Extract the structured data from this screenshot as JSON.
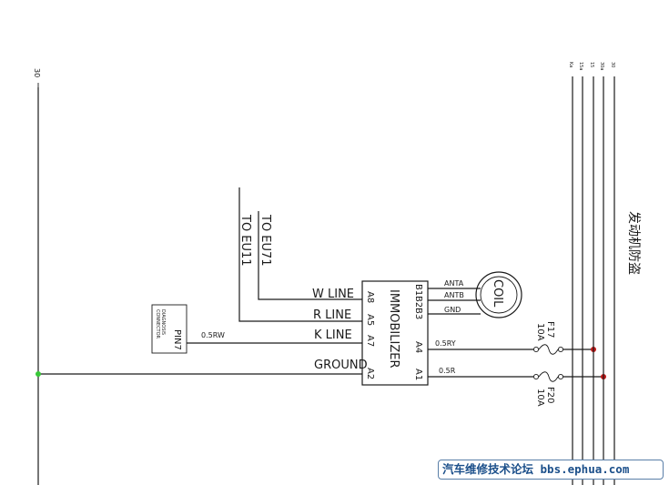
{
  "left_rail": {
    "label": "30"
  },
  "module": {
    "name": "IMMOBILIZER",
    "left_pins": [
      "A8",
      "A5",
      "A7",
      "A2"
    ],
    "right_pins": [
      "B1",
      "B2",
      "B3",
      "A4",
      "A1"
    ]
  },
  "lines": {
    "w_line": "W LINE",
    "r_line": "R LINE",
    "k_line": "K LINE",
    "ground": "GROUND"
  },
  "routes": {
    "to_eu71": "TO EU71",
    "to_eu11": "TO EU11"
  },
  "coil": {
    "label": "COIL",
    "ant_a": "ANTA",
    "ant_b": "ANTB",
    "gnd": "GND"
  },
  "wires": {
    "k_wire": "0.5RW",
    "a4_wire": "0.5RY",
    "a1_wire": "0.5R"
  },
  "diag_connector": {
    "pin": "PIN7",
    "line1": "DIAGNOSIS",
    "line2": "CONNECTOR"
  },
  "fuses": [
    {
      "id": "F17",
      "rating": "10A"
    },
    {
      "id": "F20",
      "rating": "10A"
    }
  ],
  "bus_labels": [
    "Ka",
    "15a",
    "15",
    "30a",
    "30"
  ],
  "title": "发动机防盗",
  "watermark": "汽车维修技术论坛 bbs.ephua.com"
}
